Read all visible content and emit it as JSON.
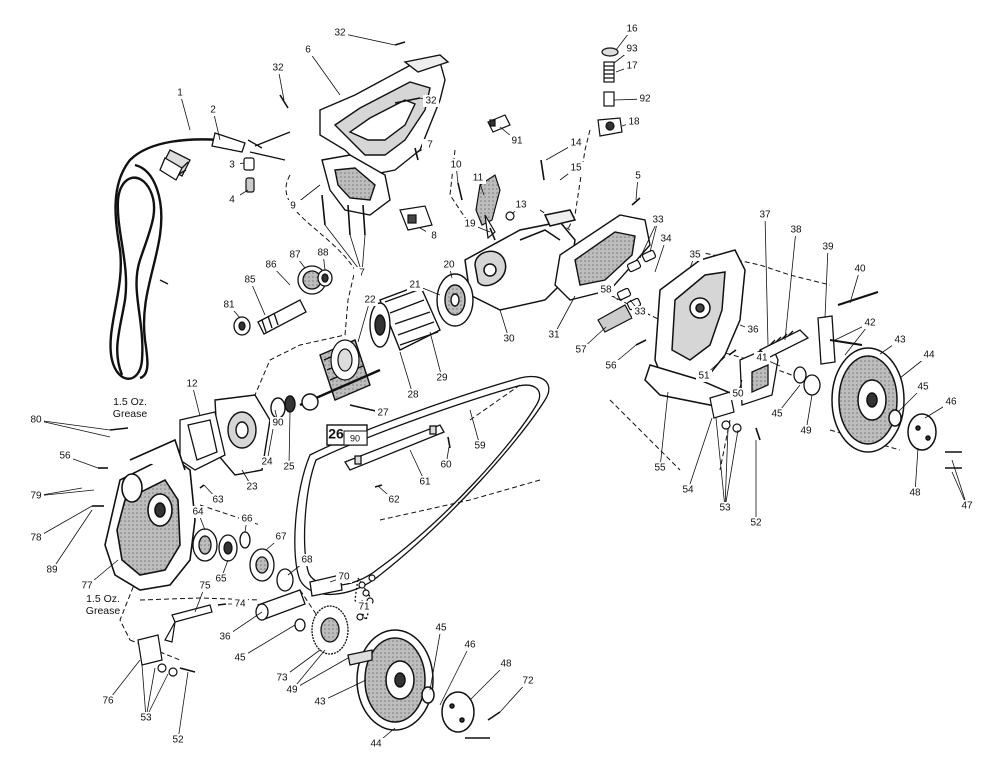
{
  "diagram": {
    "callouts": [
      "1",
      "2",
      "3",
      "4",
      "5",
      "6",
      "7",
      "8",
      "9",
      "10",
      "11",
      "12",
      "13",
      "14",
      "15",
      "16",
      "17",
      "18",
      "19",
      "20",
      "21",
      "22",
      "23",
      "24",
      "25",
      "27",
      "28",
      "29",
      "30",
      "31",
      "32",
      "33",
      "34",
      "35",
      "36",
      "37",
      "38",
      "39",
      "40",
      "41",
      "42",
      "43",
      "44",
      "45",
      "46",
      "47",
      "48",
      "49",
      "50",
      "51",
      "52",
      "53",
      "54",
      "55",
      "56",
      "57",
      "58",
      "59",
      "60",
      "61",
      "62",
      "63",
      "64",
      "65",
      "66",
      "67",
      "68",
      "70",
      "71",
      "72",
      "73",
      "74",
      "75",
      "76",
      "77",
      "78",
      "79",
      "80",
      "81",
      "85",
      "86",
      "87",
      "88",
      "89",
      "90",
      "91",
      "92",
      "93"
    ],
    "notes": {
      "grease_top": [
        "1.5 Oz.",
        "Grease"
      ],
      "grease_bottom": [
        "1.5 Oz.",
        "Grease"
      ]
    },
    "boxed_part": {
      "main": "26",
      "sub": "90"
    }
  },
  "colors": {
    "ink": "#111111",
    "paper": "#ffffff",
    "shade": "#8a8a8a",
    "light": "#d6d6d6"
  }
}
